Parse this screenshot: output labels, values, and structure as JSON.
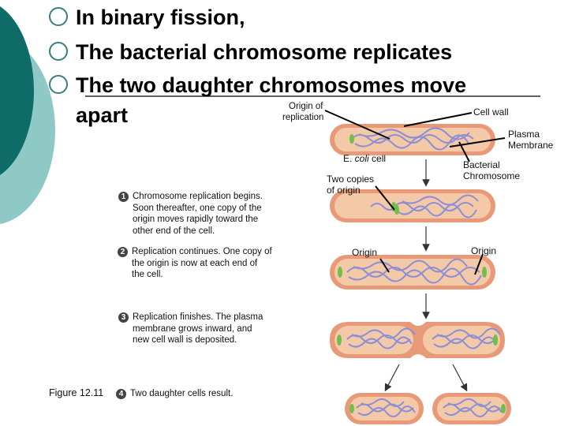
{
  "bullets": [
    {
      "text": "In binary fission,"
    },
    {
      "text": "The bacterial chromosome replicates"
    },
    {
      "text": "The two daughter chromosomes move"
    }
  ],
  "bullet_continuation": "apart",
  "labels": {
    "origin_of_replication": [
      "Origin of",
      "replication"
    ],
    "cell_wall": "Cell wall",
    "plasma_membrane": [
      "Plasma",
      "Membrane"
    ],
    "ecoli_cell_prefix": "E. ",
    "ecoli_cell_italic": "coli",
    "ecoli_cell_suffix": " cell",
    "bacterial_chromosome": [
      "Bacterial",
      "Chromosome"
    ],
    "two_copies_of_origin": [
      "Two copies",
      "of origin"
    ],
    "origin_left": "Origin",
    "origin_right": "Origin"
  },
  "steps": [
    {
      "number": "1",
      "lines": [
        "Chromosome replication begins.",
        "Soon thereafter, one copy of the",
        "origin moves rapidly toward the",
        "other end of the cell."
      ]
    },
    {
      "number": "2",
      "lines": [
        "Replication continues. One copy of",
        "the origin is now at each end of",
        "the cell."
      ]
    },
    {
      "number": "3",
      "lines": [
        "Replication finishes. The plasma",
        "membrane grows inward, and",
        "new cell wall is deposited."
      ]
    },
    {
      "number": "4",
      "lines": [
        "Two daughter cells result."
      ]
    }
  ],
  "figure_label": "Figure 12.11",
  "colors": {
    "teal_dark": "#0f6b68",
    "teal_light": "#8fc9c6",
    "cell_wall": "#e89a78",
    "cell_inner": "#f3c9a8",
    "chromosome": "#8c8fd4",
    "origin": "#6fbf4a",
    "bullet_ring": "#3a7d7d"
  }
}
